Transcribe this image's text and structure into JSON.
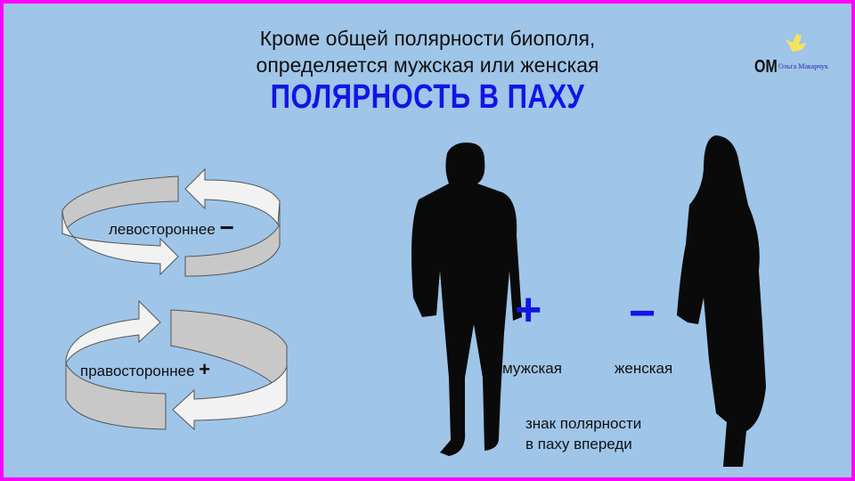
{
  "title": {
    "line1": "Кроме общей полярности биополя,",
    "line2": "определяется мужская или женская",
    "headline": "ПОЛЯРНОСТЬ В ПАХУ"
  },
  "logo": {
    "initials": "OM",
    "name": "Ольга Макарчук"
  },
  "rotations": [
    {
      "label": "левостороннее",
      "sign": "−"
    },
    {
      "label": "правостороннее",
      "sign": "+"
    }
  ],
  "figures": [
    {
      "label": "мужская",
      "sign": "+"
    },
    {
      "label": "женская",
      "sign": "−"
    }
  ],
  "note": {
    "line1": "знак полярности",
    "line2": "в паху впереди"
  },
  "colors": {
    "border": "#ff00ff",
    "background": "#9fc5e8",
    "accent": "#1414e6"
  }
}
